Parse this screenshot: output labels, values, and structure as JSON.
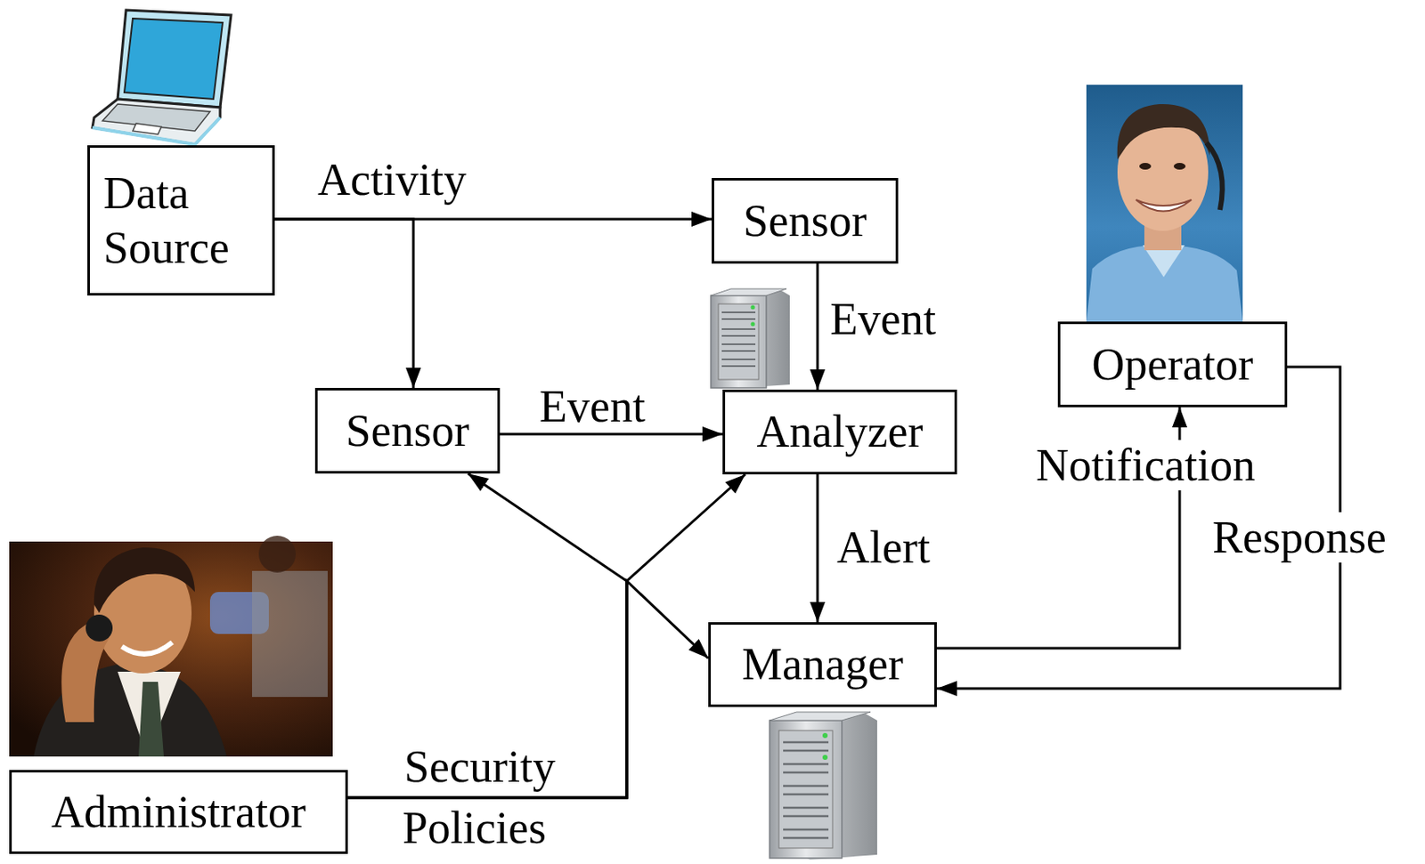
{
  "diagram": {
    "nodes": [
      {
        "text": [
          "Data Source"
        ]
      },
      {
        "text": [
          "Sensor"
        ]
      },
      {
        "text": [
          "Operator"
        ]
      },
      {
        "text": [
          "Sensor"
        ]
      },
      {
        "text": [
          "Analyzer"
        ]
      },
      {
        "text": [
          "Manager"
        ]
      },
      {
        "text": [
          "Administrator"
        ]
      }
    ],
    "edges": [
      {
        "from": 0,
        "to": 1,
        "label": "Activity",
        "arrow": "to"
      },
      {
        "from": 0,
        "to": 3,
        "arrow": "to"
      },
      {
        "from": 1,
        "to": 4,
        "label": "Event",
        "arrow": "to"
      },
      {
        "from": 3,
        "to": 4,
        "label": "Event",
        "arrow": "to"
      },
      {
        "from": 4,
        "to": 5,
        "label": "Alert",
        "arrow": "to"
      },
      {
        "from": 5,
        "to": 2,
        "label": "Notification",
        "arrow": "to"
      },
      {
        "from": 2,
        "to": 5,
        "label": "Response",
        "arrow": "to"
      },
      {
        "from": 6,
        "to": 3,
        "label": "Security Policies",
        "arrow": "to"
      },
      {
        "from": 6,
        "to": 4,
        "arrow": "to"
      },
      {
        "from": 6,
        "to": 5,
        "arrow": "to"
      }
    ]
  }
}
